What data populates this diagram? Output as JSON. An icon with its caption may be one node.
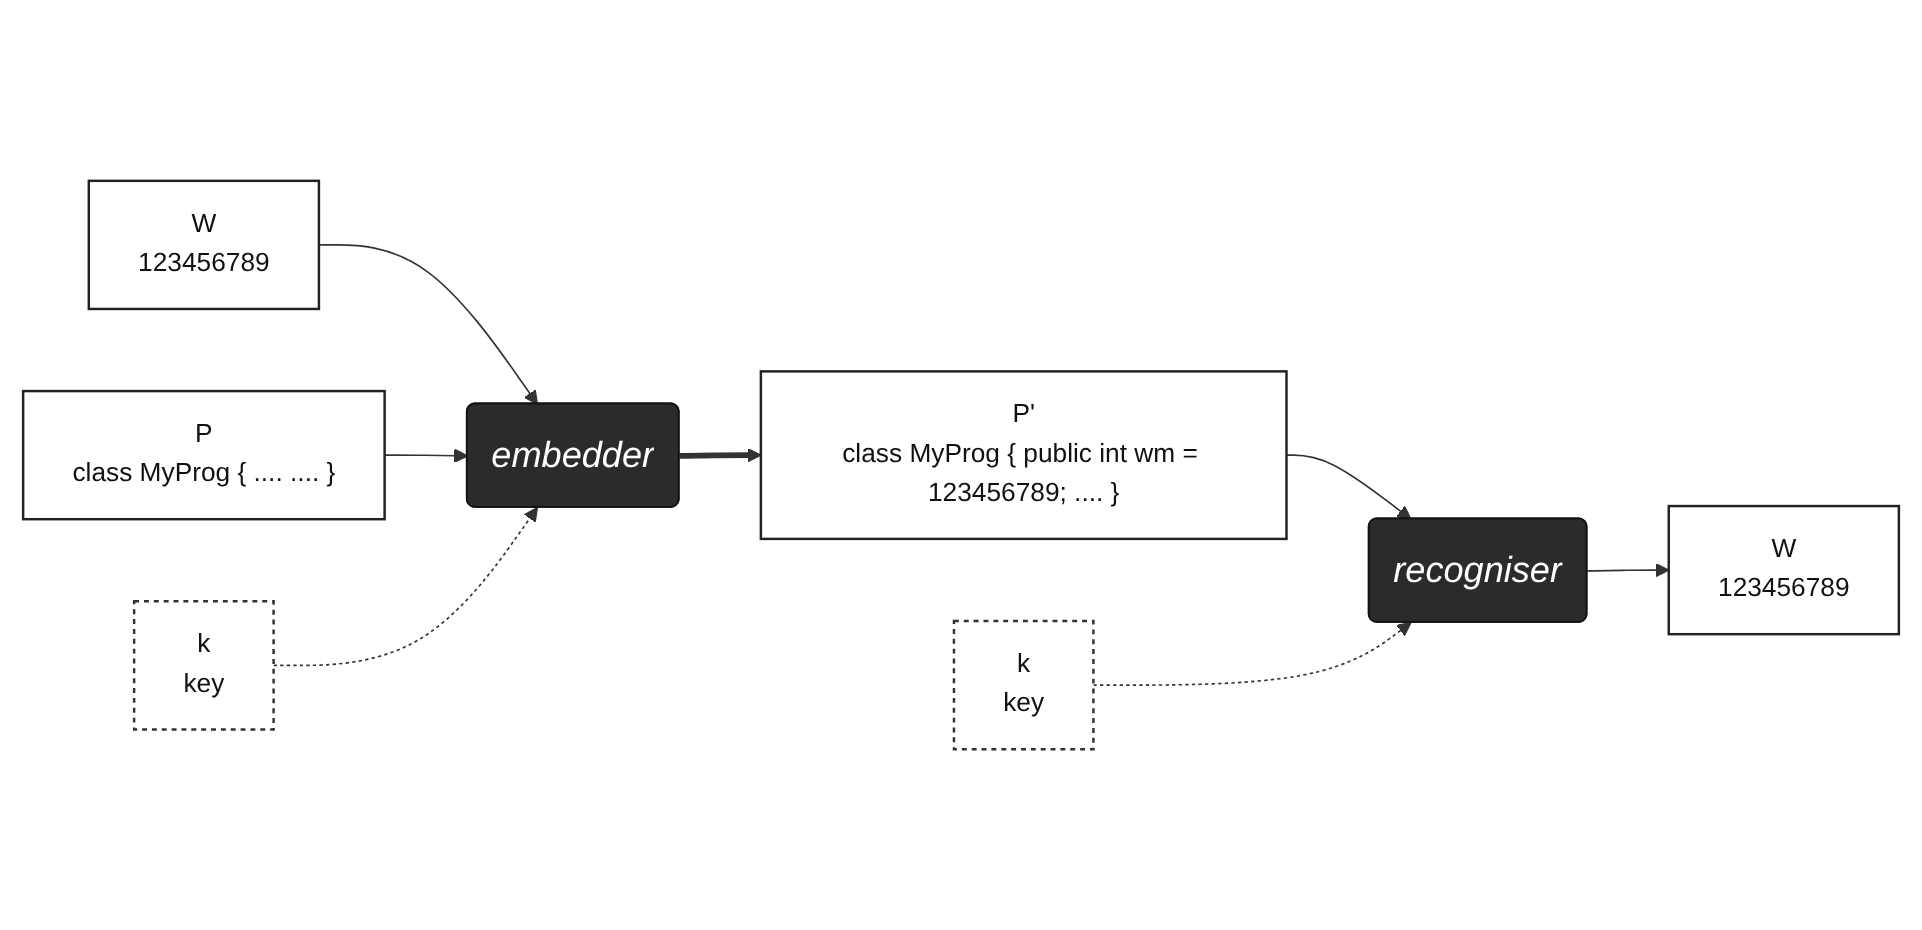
{
  "diagram": {
    "nodes": [
      {
        "text": [
          "W",
          "123456789"
        ]
      },
      {
        "text": [
          "P",
          "class MyProg { .... .... }"
        ]
      },
      {
        "text": [
          "k",
          "key"
        ]
      },
      {
        "text": [
          "embedder"
        ]
      },
      {
        "text": [
          "P'",
          "class MyProg { public int wm = 123456789; .... }"
        ]
      },
      {
        "text": [
          "recogniser"
        ]
      },
      {
        "text": [
          "k",
          "key"
        ]
      },
      {
        "text": [
          "W",
          "123456789"
        ]
      }
    ],
    "edges": [
      {
        "from": 0,
        "to": 3,
        "arrow": "to"
      },
      {
        "from": 1,
        "to": 3,
        "arrow": "to"
      },
      {
        "from": 2,
        "to": 3,
        "arrow": "to",
        "style": "dashed"
      },
      {
        "from": 3,
        "to": 4,
        "arrow": "to",
        "style": "thick"
      },
      {
        "from": 4,
        "to": 5,
        "arrow": "to"
      },
      {
        "from": 6,
        "to": 5,
        "arrow": "to",
        "style": "dashed"
      },
      {
        "from": 5,
        "to": 7,
        "arrow": "to"
      }
    ]
  }
}
